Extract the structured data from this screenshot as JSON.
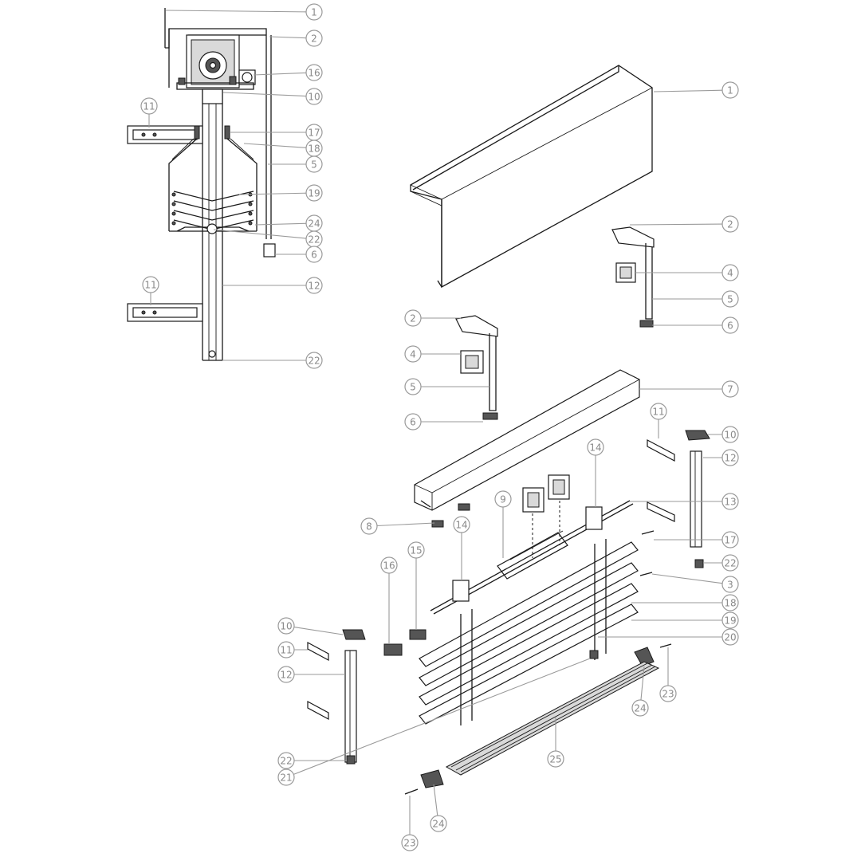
{
  "section_view": {
    "callouts": [
      "1",
      "2",
      "16",
      "10",
      "11",
      "17",
      "18",
      "5",
      "19",
      "24",
      "22",
      "6",
      "11",
      "12",
      "22"
    ]
  },
  "exploded_view": {
    "callouts": [
      "1",
      "2",
      "4",
      "5",
      "6",
      "2",
      "4",
      "5",
      "6",
      "7",
      "11",
      "10",
      "12",
      "14",
      "13",
      "9",
      "8",
      "14",
      "15",
      "16",
      "17",
      "22",
      "3",
      "18",
      "19",
      "20",
      "10",
      "11",
      "12",
      "23",
      "24",
      "25",
      "22",
      "21",
      "24",
      "23"
    ]
  }
}
